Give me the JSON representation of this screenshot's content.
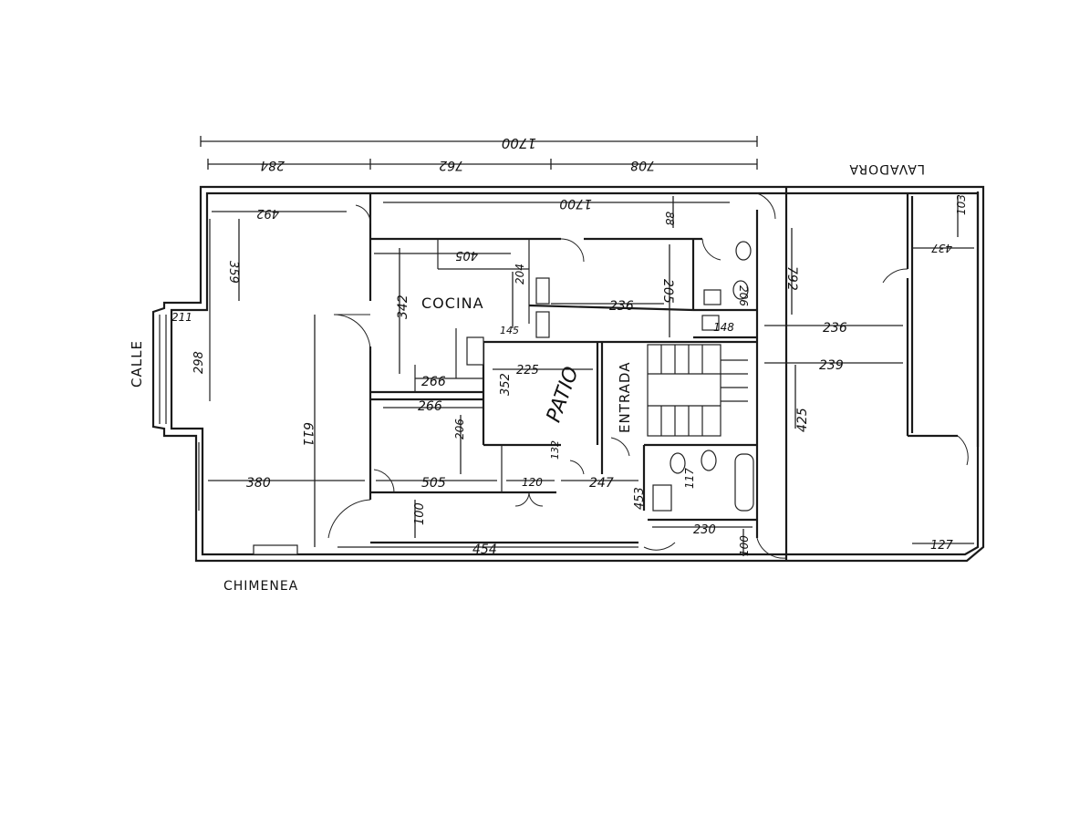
{
  "labels": {
    "calle": "CALLE",
    "chimenea": "CHIMENEA",
    "lavadora": "LAVADORA",
    "cocina": "COCINA",
    "patio": "PATIO",
    "entrada": "ENTRADA"
  },
  "dimensions": {
    "top_total": "1700",
    "top_seg1": "284",
    "top_seg2": "762",
    "top_seg3": "708",
    "d_492": "492",
    "d_1700_inner": "1700",
    "d_88": "88",
    "d_359": "359",
    "d_405": "405",
    "d_204": "204",
    "d_205": "205",
    "d_206a": "206",
    "d_792": "792",
    "d_342": "342",
    "d_236a": "236",
    "d_145": "145",
    "d_148": "148",
    "d_236b": "236",
    "d_103": "103",
    "d_437": "437",
    "d_211": "211",
    "d_298": "298",
    "d_266a": "266",
    "d_225": "225",
    "d_239": "239",
    "d_352": "352",
    "d_266b": "266",
    "d_611": "611",
    "d_206b": "206",
    "d_425": "425",
    "d_380": "380",
    "d_505": "505",
    "d_120": "120",
    "d_132": "132",
    "d_247": "247",
    "d_117": "117",
    "d_453": "453",
    "d_100a": "100",
    "d_230": "230",
    "d_100b": "100",
    "d_454": "454",
    "d_127": "127"
  }
}
